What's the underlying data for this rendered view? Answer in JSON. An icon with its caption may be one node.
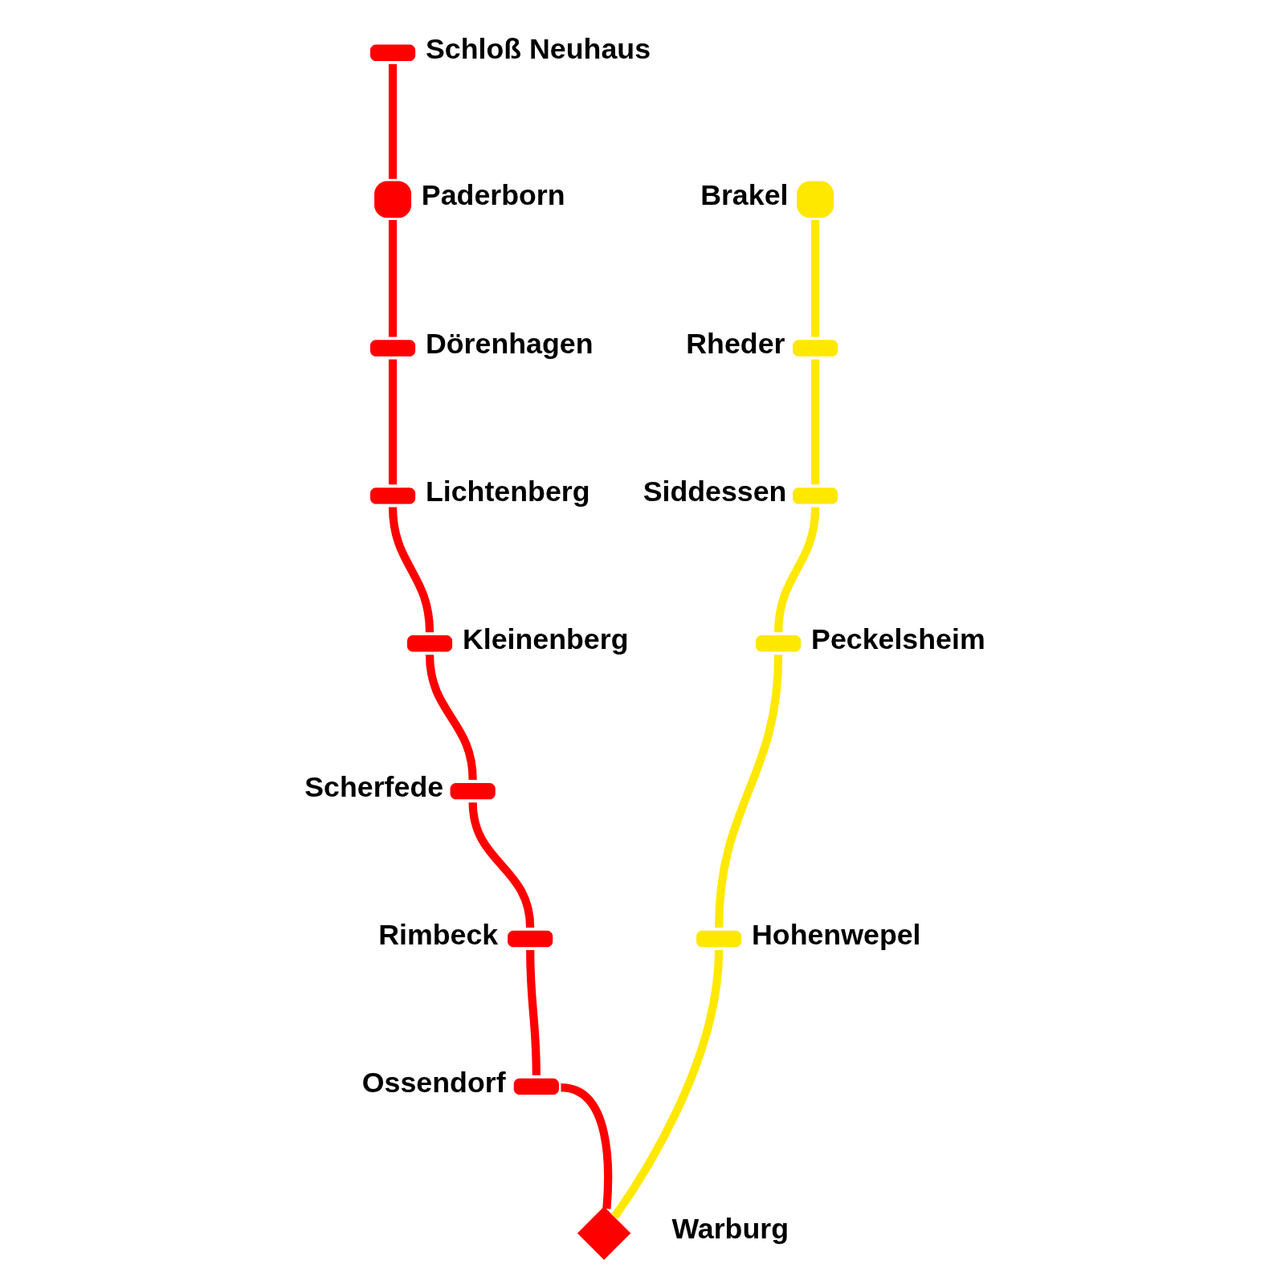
{
  "diagram": {
    "nodes": [
      {
        "text": [],
        "shape": "bar",
        "beside": [
          "Schloß Neuhaus"
        ]
      },
      {
        "text": [],
        "shape": "box",
        "beside": [
          "Paderborn"
        ]
      },
      {
        "text": [],
        "shape": "box",
        "beside": [
          "Brakel"
        ]
      },
      {
        "text": [],
        "shape": "bar",
        "beside": [
          "Dörenhagen"
        ]
      },
      {
        "text": [],
        "shape": "bar",
        "beside": [
          "Rheder"
        ]
      },
      {
        "text": [],
        "shape": "bar",
        "beside": [
          "Lichtenberg"
        ]
      },
      {
        "text": [],
        "shape": "bar",
        "beside": [
          "Siddessen"
        ]
      },
      {
        "text": [],
        "shape": "bar",
        "beside": [
          "Kleinenberg"
        ]
      },
      {
        "text": [],
        "shape": "bar",
        "beside": [
          "Peckelsheim"
        ]
      },
      {
        "text": [],
        "shape": "bar",
        "beside": [
          "Scherfede"
        ]
      },
      {
        "text": [],
        "shape": "bar",
        "beside": [
          "Rimbeck"
        ]
      },
      {
        "text": [],
        "shape": "bar",
        "beside": [
          "Hohenwepel"
        ]
      },
      {
        "text": [],
        "shape": "bar",
        "beside": [
          "Ossendorf"
        ]
      },
      {
        "text": [],
        "shape": "diamond",
        "beside": [
          "Warburg"
        ]
      }
    ],
    "edges": [
      {
        "from": 0,
        "to": 1,
        "arrow": "none"
      },
      {
        "from": 1,
        "to": 3,
        "arrow": "none"
      },
      {
        "from": 3,
        "to": 5,
        "arrow": "none"
      },
      {
        "from": 5,
        "to": 7,
        "arrow": "none"
      },
      {
        "from": 7,
        "to": 9,
        "arrow": "none"
      },
      {
        "from": 9,
        "to": 10,
        "arrow": "none"
      },
      {
        "from": 10,
        "to": 12,
        "arrow": "none"
      },
      {
        "from": 12,
        "to": 13,
        "arrow": "none"
      },
      {
        "from": 2,
        "to": 4,
        "arrow": "none",
        "color": "#ffe800"
      },
      {
        "from": 4,
        "to": 6,
        "arrow": "none",
        "color": "#ffe800"
      },
      {
        "from": 6,
        "to": 8,
        "arrow": "none",
        "color": "#ffe800"
      },
      {
        "from": 8,
        "to": 11,
        "arrow": "none",
        "color": "#ffe800"
      },
      {
        "from": 11,
        "to": 13,
        "arrow": "none",
        "color": "#ffe800"
      }
    ]
  }
}
